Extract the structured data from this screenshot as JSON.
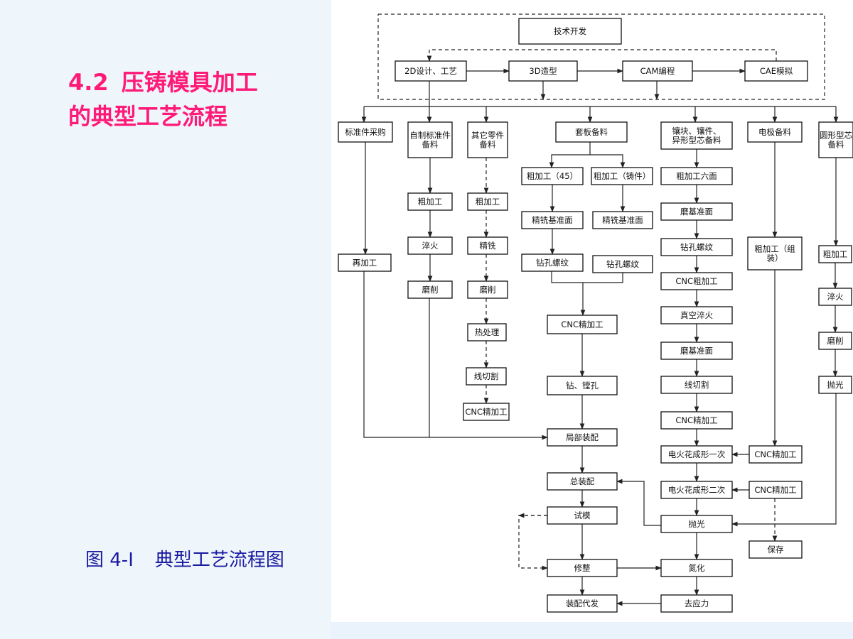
{
  "title": {
    "number": "4.2",
    "line1": "压铸模具加工",
    "line2": "的典型工艺流程"
  },
  "caption": {
    "figure": "图 4-Ⅰ",
    "text": "典型工艺流程图"
  },
  "nodes": {
    "tech_dev": "技术开发",
    "design_2d": "2D设计、工艺",
    "model_3d": "3D造型",
    "cam": "CAM编程",
    "cae": "CAE模拟",
    "std_purchase": [
      "标准件采购"
    ],
    "self_std": [
      "自制标准件",
      "备料"
    ],
    "other_parts": [
      "其它零件",
      "备料"
    ],
    "mold_base": [
      "套板备料"
    ],
    "insert": [
      "镶块、镶件、",
      "异形型芯备料"
    ],
    "electrode": [
      "电极备料"
    ],
    "small_core": [
      "圆形型芯",
      "备料"
    ],
    "std_re": [
      "再加工"
    ],
    "self_rough": [
      "粗加工"
    ],
    "self_quench": [
      "淬火"
    ],
    "self_grind": [
      "磨削"
    ],
    "oth_rough": [
      "粗加工"
    ],
    "oth_mill": [
      "精铣"
    ],
    "oth_grind": [
      "磨削"
    ],
    "oth_heat": [
      "热处理"
    ],
    "oth_wire": [
      "线切割"
    ],
    "oth_cnc": [
      "CNC精加工"
    ],
    "mb_rough45": [
      "粗加工（45）"
    ],
    "mb_roughcast": [
      "粗加工（铸件）"
    ],
    "mb_mill1": [
      "精铣基准面"
    ],
    "mb_mill2": [
      "精铣基准面"
    ],
    "mb_drill1": [
      "钻孔螺纹"
    ],
    "mb_drill2": [
      "钻孔螺纹"
    ],
    "mb_cnc": [
      "CNC精加工"
    ],
    "mb_bore": [
      "钻、镗孔"
    ],
    "local_asm": [
      "局部装配"
    ],
    "total_asm": [
      "总装配"
    ],
    "trial": [
      "试模"
    ],
    "repair": [
      "修整"
    ],
    "deliver": [
      "装配代发"
    ],
    "in_rough6": [
      "粗加工六面"
    ],
    "in_grind1": [
      "磨基准面"
    ],
    "in_drill": [
      "钻孔螺纹"
    ],
    "in_cncr": [
      "CNC粗加工"
    ],
    "in_vac": [
      "真空淬火"
    ],
    "in_grind2": [
      "磨基准面"
    ],
    "in_wire": [
      "线切割"
    ],
    "in_cnc": [
      "CNC精加工"
    ],
    "in_edm1": [
      "电火花成形一次"
    ],
    "in_edm2": [
      "电火花成形二次"
    ],
    "in_polish": [
      "抛光"
    ],
    "in_nitride": [
      "氮化"
    ],
    "in_stress": [
      "去应力"
    ],
    "el_rough": [
      "粗加工（组",
      "装）"
    ],
    "el_cnc1": [
      "CNC精加工"
    ],
    "el_cnc2": [
      "CNC精加工"
    ],
    "el_store": [
      "保存"
    ],
    "sc_rough": [
      "粗加工"
    ],
    "sc_quench": [
      "淬火"
    ],
    "sc_grind": [
      "磨削"
    ],
    "sc_polish": [
      "抛光"
    ]
  },
  "colors": {
    "title": "#ff1a78",
    "caption": "#1a1aa0",
    "left_bg": "#eef6fc"
  }
}
